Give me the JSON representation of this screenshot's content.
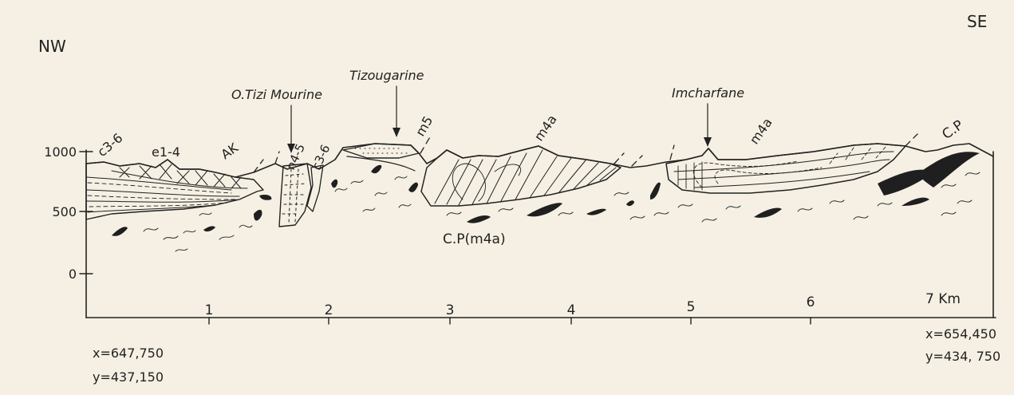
{
  "orientation": {
    "left": "NW",
    "right": "SE"
  },
  "y_axis": {
    "ticks": [
      "1000",
      "500",
      "0"
    ]
  },
  "x_axis": {
    "ticks": [
      "1",
      "2",
      "3",
      "4",
      "5",
      "6",
      "7 Km"
    ]
  },
  "localities": {
    "o_tizi_mourine": "O.Tizi Mourine",
    "tizougarine": "Tizougarine",
    "imcharfane": "Imcharfane"
  },
  "units": {
    "c36_left": "c3-6",
    "e14": "e1-4",
    "ak": "AK",
    "n45": "n4-5",
    "c36_mid": "c3-6",
    "m5": "m5",
    "m4a_1": "m4a",
    "m4a_2": "m4a",
    "cp_right": "C.P",
    "cp_m4a": "C.P(m4a)"
  },
  "coordinates": {
    "start_x": "x=647,750",
    "start_y": "y=437,150",
    "end_x": "x=654,450",
    "end_y": "y=434, 750"
  },
  "colors": {
    "ink": "#222222",
    "paper": "#f5f0e3"
  }
}
